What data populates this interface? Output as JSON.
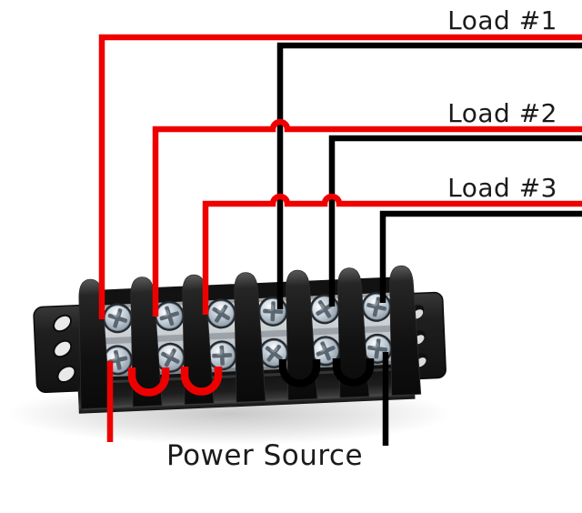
{
  "figure": {
    "type": "wiring-diagram",
    "component": "barrier-terminal-block-6-position-dual-row",
    "power_label": "Power Source",
    "loads": [
      {
        "label": "Load #1",
        "positive_wire": "red",
        "negative_wire": "black"
      },
      {
        "label": "Load #2",
        "positive_wire": "red",
        "negative_wire": "black"
      },
      {
        "label": "Load #3",
        "positive_wire": "red",
        "negative_wire": "black"
      }
    ],
    "jumpers": [
      {
        "color": "red",
        "between_terminals": "1-2"
      },
      {
        "color": "red",
        "between_terminals": "2-3"
      },
      {
        "color": "black",
        "between_terminals": "4-5"
      },
      {
        "color": "black",
        "between_terminals": "5-6"
      }
    ],
    "colors": {
      "positive_wire": "#ef0000",
      "negative_wire": "#000000",
      "text": "#1b1b1b",
      "background": "#ffffff"
    }
  }
}
